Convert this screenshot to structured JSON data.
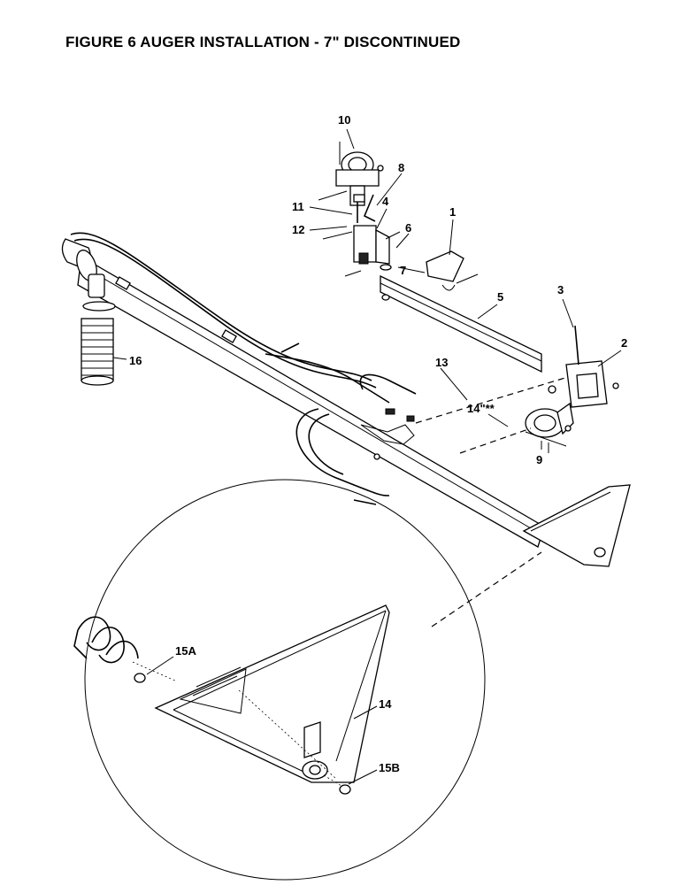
{
  "title": "FIGURE 6 AUGER INSTALLATION - 7\" DISCONTINUED",
  "callouts": [
    {
      "id": "c1",
      "label": "1"
    },
    {
      "id": "c2",
      "label": "2"
    },
    {
      "id": "c3",
      "label": "3"
    },
    {
      "id": "c4",
      "label": "4"
    },
    {
      "id": "c5",
      "label": "5"
    },
    {
      "id": "c6",
      "label": "6"
    },
    {
      "id": "c7",
      "label": "7"
    },
    {
      "id": "c8",
      "label": "8"
    },
    {
      "id": "c9",
      "label": "9"
    },
    {
      "id": "c10",
      "label": "10"
    },
    {
      "id": "c11",
      "label": "11"
    },
    {
      "id": "c12",
      "label": "12"
    },
    {
      "id": "c13",
      "label": "13"
    },
    {
      "id": "c14a",
      "label": "14\"**"
    },
    {
      "id": "c14",
      "label": "14"
    },
    {
      "id": "c15a",
      "label": "15A"
    },
    {
      "id": "c15b",
      "label": "15B"
    },
    {
      "id": "c16",
      "label": "16"
    }
  ]
}
